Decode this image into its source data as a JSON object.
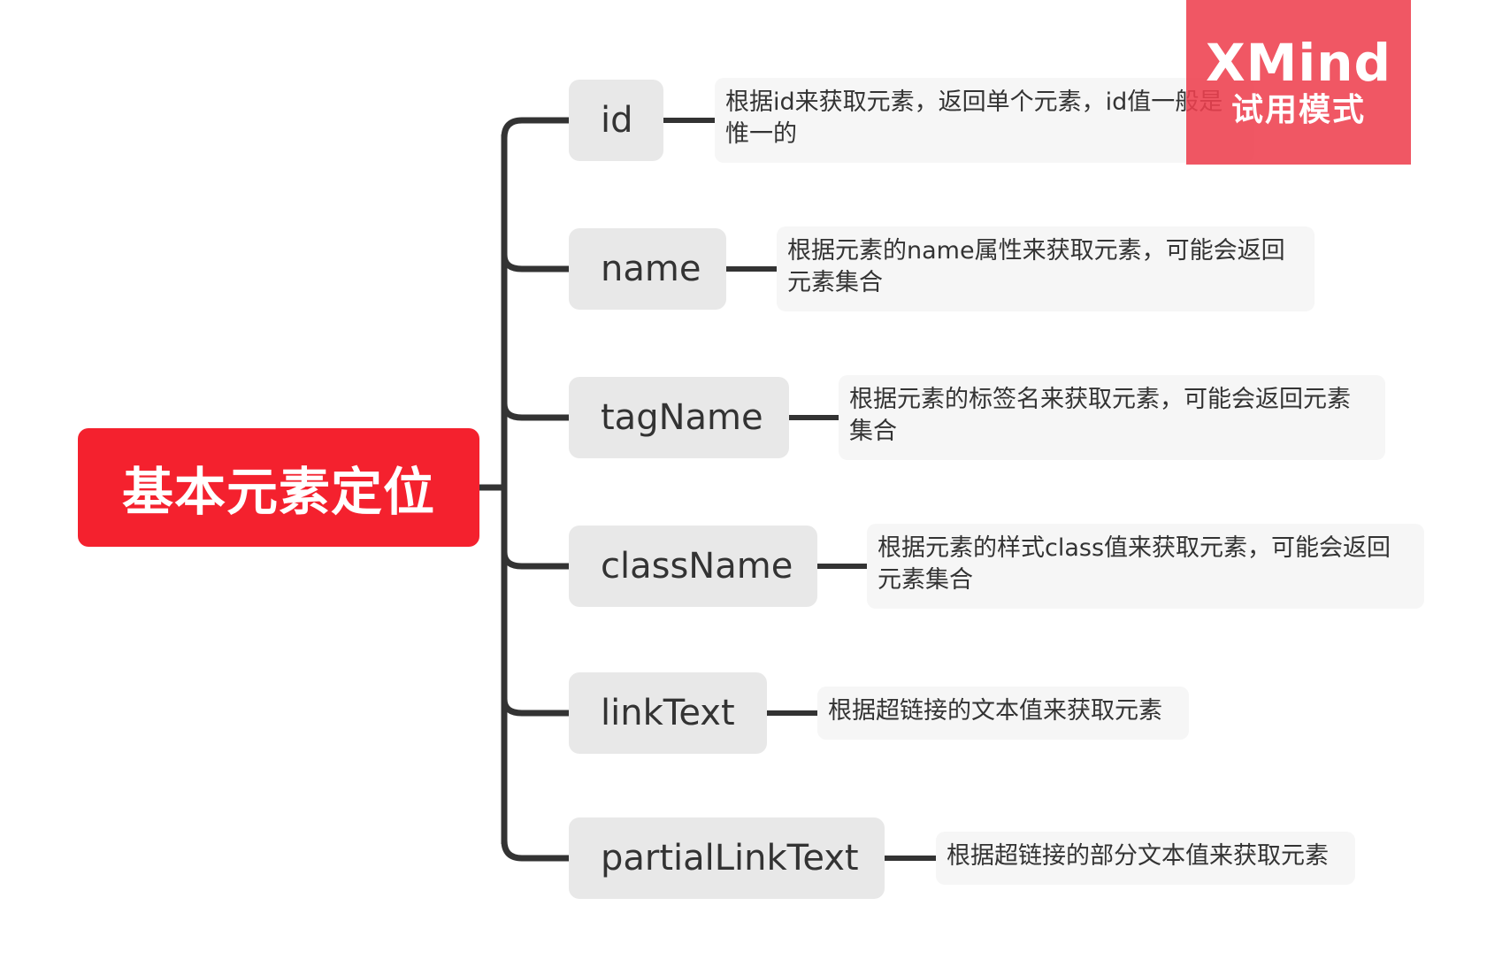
{
  "colors": {
    "root": "#f4212e",
    "connector": "#333333"
  },
  "root": {
    "label": "基本元素定位"
  },
  "topics": [
    {
      "label": "id",
      "note": "根据id来获取元素，返回单个元素，id值一般是\n惟一的"
    },
    {
      "label": "name",
      "note": "根据元素的name属性来获取元素，可能会返回\n元素集合"
    },
    {
      "label": "tagName",
      "note": "根据元素的标签名来获取元素，可能会返回元素\n集合"
    },
    {
      "label": "className",
      "note": "根据元素的样式class值来获取元素，可能会返回\n元素集合"
    },
    {
      "label": "linkText",
      "note": "根据超链接的文本值来获取元素"
    },
    {
      "label": "partialLinkText",
      "note": "根据超链接的部分文本值来获取元素"
    }
  ],
  "watermark": {
    "logo": "XMind",
    "label": "试用模式"
  }
}
